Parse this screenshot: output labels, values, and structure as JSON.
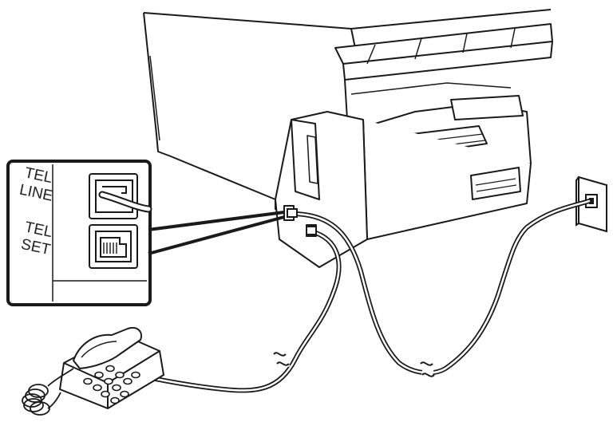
{
  "inset": {
    "port_labels": [
      {
        "line1": "TEL",
        "line2": "LINE"
      },
      {
        "line1": "TEL",
        "line2": "SET"
      }
    ]
  },
  "colors": {
    "ink": "#1a1a1a",
    "paper": "#ffffff"
  }
}
